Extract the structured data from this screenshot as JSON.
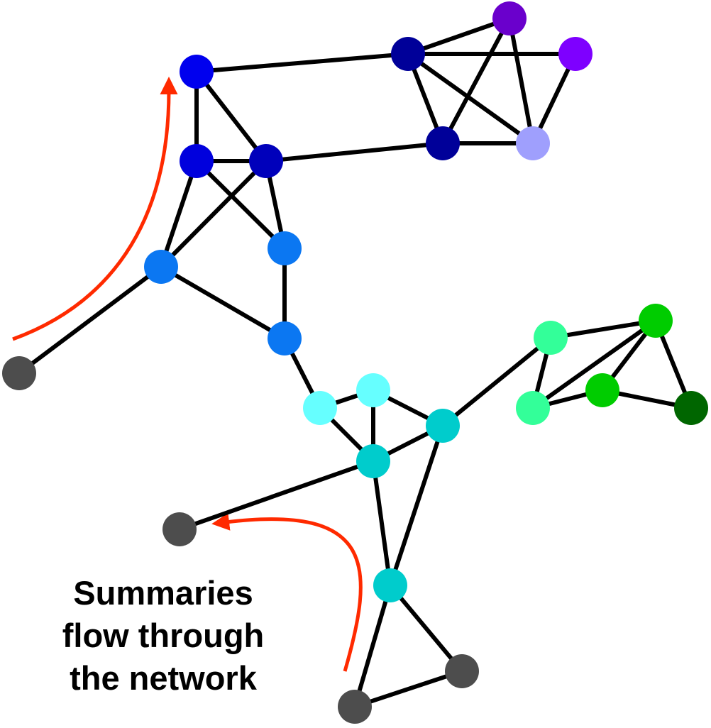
{
  "caption": {
    "lines": [
      "Summaries",
      "flow through",
      "the network"
    ]
  },
  "colors": {
    "edge": "#000000",
    "flow_arrow": "#ff2a00",
    "background": "#ffffff"
  },
  "nodes": [
    {
      "id": "n1",
      "color": "#0000ee"
    },
    {
      "id": "n2",
      "color": "#0000dd"
    },
    {
      "id": "n3",
      "color": "#0000bb"
    },
    {
      "id": "n4",
      "color": "#0b77f2"
    },
    {
      "id": "n5",
      "color": "#0b77f2"
    },
    {
      "id": "n6",
      "color": "#0b77f2"
    },
    {
      "id": "n7",
      "color": "#000099"
    },
    {
      "id": "n8",
      "color": "#6a00cc"
    },
    {
      "id": "n9",
      "color": "#7e00ff"
    },
    {
      "id": "n10",
      "color": "#000099"
    },
    {
      "id": "n11",
      "color": "#9f9ffd"
    },
    {
      "id": "n12",
      "color": "#4d4d4d"
    },
    {
      "id": "n13",
      "color": "#66ffff"
    },
    {
      "id": "n14",
      "color": "#66ffff"
    },
    {
      "id": "n15",
      "color": "#00cccc"
    },
    {
      "id": "n16",
      "color": "#00cccc"
    },
    {
      "id": "n17",
      "color": "#00cccc"
    },
    {
      "id": "n18",
      "color": "#4d4d4d"
    },
    {
      "id": "n19",
      "color": "#4d4d4d"
    },
    {
      "id": "n20",
      "color": "#4d4d4d"
    },
    {
      "id": "n21",
      "color": "#33ff99"
    },
    {
      "id": "n22",
      "color": "#33ff99"
    },
    {
      "id": "n23",
      "color": "#00cc00"
    },
    {
      "id": "n24",
      "color": "#00cc00"
    },
    {
      "id": "n25",
      "color": "#006600"
    }
  ],
  "edges": [
    [
      "n1",
      "n2"
    ],
    [
      "n1",
      "n3"
    ],
    [
      "n1",
      "n7"
    ],
    [
      "n2",
      "n3"
    ],
    [
      "n2",
      "n4"
    ],
    [
      "n2",
      "n5"
    ],
    [
      "n3",
      "n4"
    ],
    [
      "n3",
      "n10"
    ],
    [
      "n3",
      "n5"
    ],
    [
      "n4",
      "n6"
    ],
    [
      "n5",
      "n6"
    ],
    [
      "n4",
      "n12"
    ],
    [
      "n7",
      "n8"
    ],
    [
      "n7",
      "n9"
    ],
    [
      "n7",
      "n10"
    ],
    [
      "n7",
      "n11"
    ],
    [
      "n8",
      "n10"
    ],
    [
      "n8",
      "n11"
    ],
    [
      "n9",
      "n11"
    ],
    [
      "n10",
      "n11"
    ],
    [
      "n6",
      "n13"
    ],
    [
      "n13",
      "n14"
    ],
    [
      "n13",
      "n15"
    ],
    [
      "n14",
      "n15"
    ],
    [
      "n14",
      "n16"
    ],
    [
      "n15",
      "n16"
    ],
    [
      "n15",
      "n17"
    ],
    [
      "n16",
      "n17"
    ],
    [
      "n15",
      "n18"
    ],
    [
      "n16",
      "n21"
    ],
    [
      "n17",
      "n19"
    ],
    [
      "n17",
      "n20"
    ],
    [
      "n19",
      "n20"
    ],
    [
      "n21",
      "n22"
    ],
    [
      "n21",
      "n23"
    ],
    [
      "n22",
      "n23"
    ],
    [
      "n22",
      "n24"
    ],
    [
      "n23",
      "n24"
    ],
    [
      "n23",
      "n25"
    ],
    [
      "n24",
      "n25"
    ]
  ]
}
